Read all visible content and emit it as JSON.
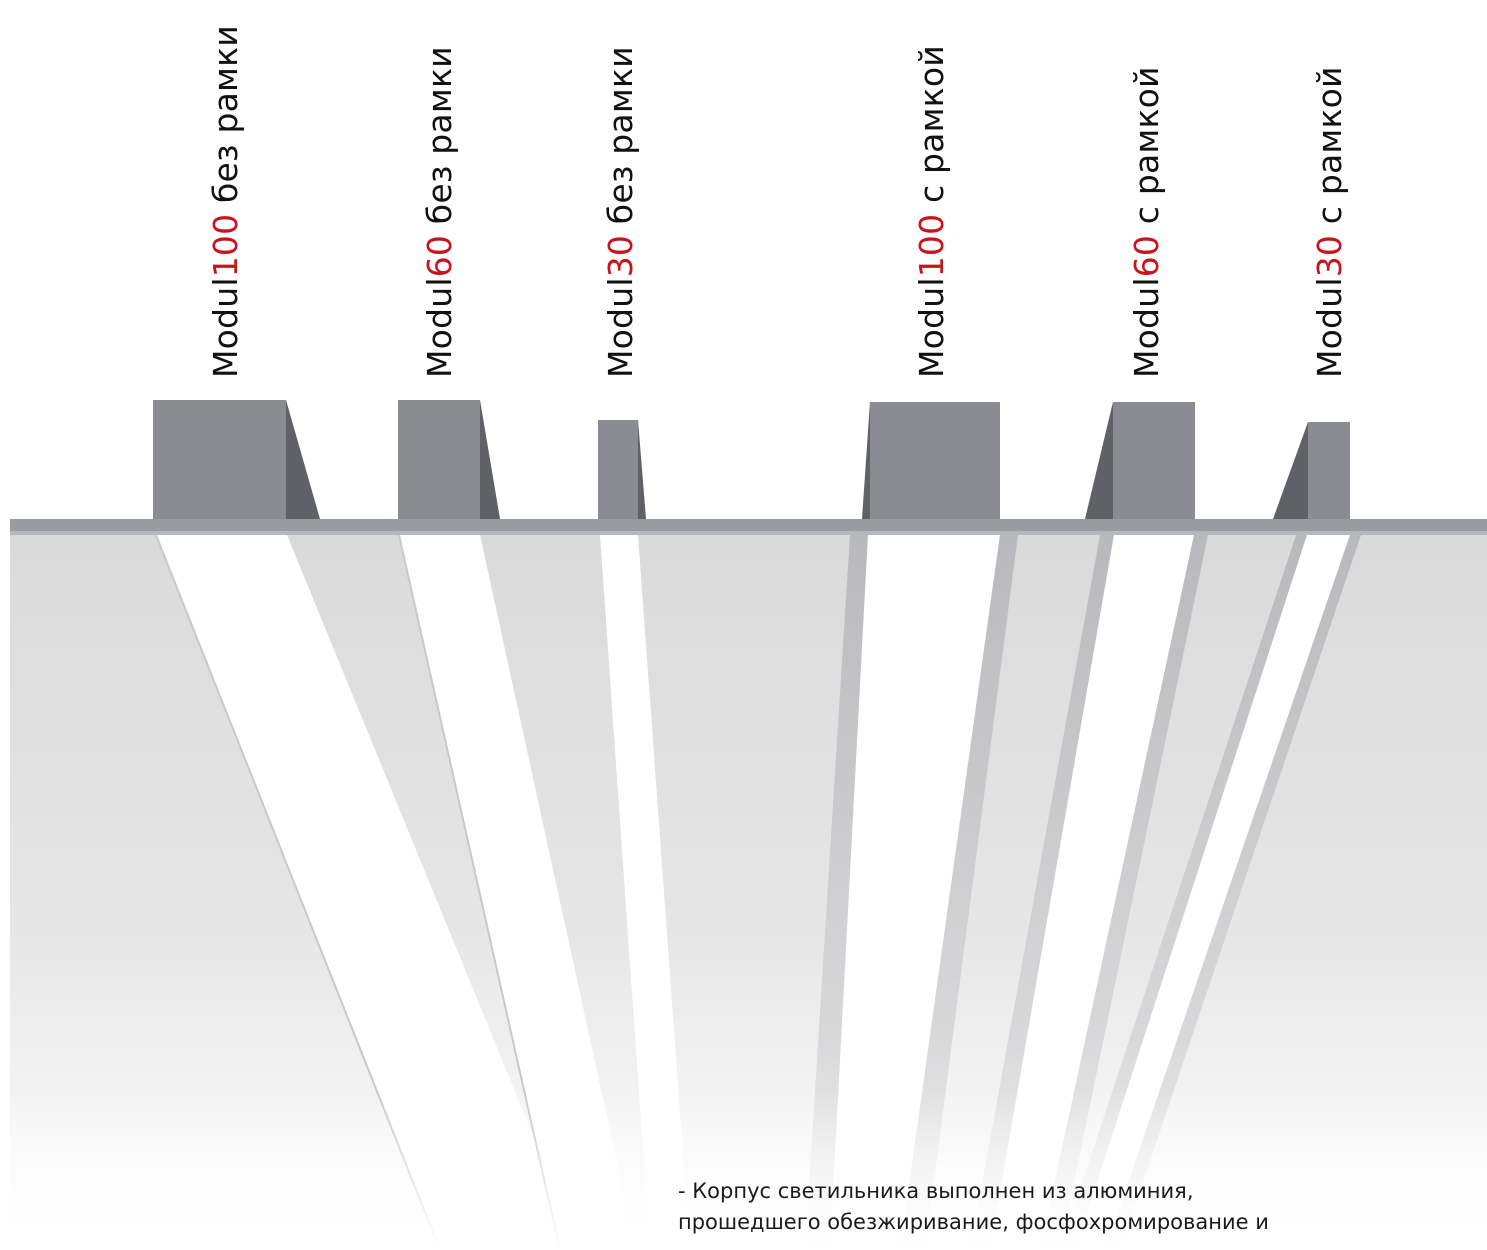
{
  "colors": {
    "accent": "#c8141c",
    "text": "#111111",
    "profile_face": "#8c8c93",
    "profile_shadow": "#5e5e66",
    "ceiling_edge": "#8f9097",
    "ceiling": "#dedede",
    "light_strip": "#ffffff"
  },
  "fixtures": [
    {
      "prefix": "Modul",
      "size": "100",
      "suffix": " без рамки"
    },
    {
      "prefix": "Modul",
      "size": "60",
      "suffix": " без рамки"
    },
    {
      "prefix": "Modul",
      "size": "30",
      "suffix": " без рамки"
    },
    {
      "prefix": "Modul",
      "size": "100",
      "suffix": " с рамкой"
    },
    {
      "prefix": "Modul",
      "size": "60",
      "suffix": " с рамкой"
    },
    {
      "prefix": "Modul",
      "size": "30",
      "suffix": " с рамкой"
    }
  ],
  "description": {
    "line1": "- Корпус светильника выполнен из алюминия,",
    "line2": "прошедшего обезжиривание, фосфохромирование и"
  }
}
